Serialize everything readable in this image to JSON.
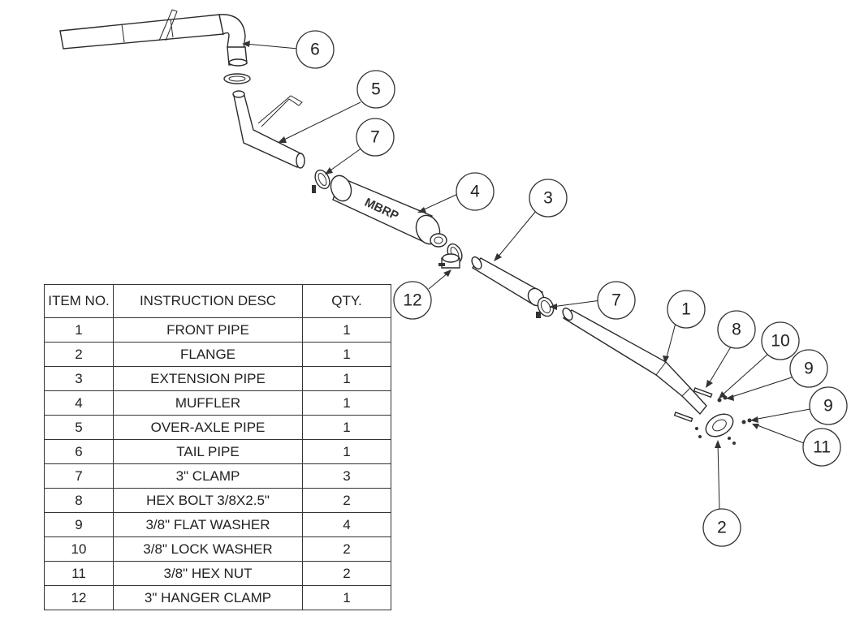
{
  "bom": {
    "headers": [
      "ITEM NO.",
      "INSTRUCTION DESC",
      "QTY."
    ],
    "rows": [
      {
        "item": "1",
        "desc": "FRONT PIPE",
        "qty": "1"
      },
      {
        "item": "2",
        "desc": "FLANGE",
        "qty": "1"
      },
      {
        "item": "3",
        "desc": "EXTENSION PIPE",
        "qty": "1"
      },
      {
        "item": "4",
        "desc": "MUFFLER",
        "qty": "1"
      },
      {
        "item": "5",
        "desc": "OVER-AXLE PIPE",
        "qty": "1"
      },
      {
        "item": "6",
        "desc": "TAIL PIPE",
        "qty": "1"
      },
      {
        "item": "7",
        "desc": "3\" CLAMP",
        "qty": "3"
      },
      {
        "item": "8",
        "desc": "HEX BOLT 3/8X2.5\"",
        "qty": "2"
      },
      {
        "item": "9",
        "desc": "3/8\" FLAT WASHER",
        "qty": "4"
      },
      {
        "item": "10",
        "desc": "3/8\" LOCK WASHER",
        "qty": "2"
      },
      {
        "item": "11",
        "desc": "3/8\" HEX NUT",
        "qty": "2"
      },
      {
        "item": "12",
        "desc": "3\" HANGER CLAMP",
        "qty": "1"
      }
    ]
  },
  "callouts": [
    "6",
    "5",
    "7",
    "4",
    "3",
    "12",
    "7",
    "1",
    "8",
    "10",
    "9",
    "9",
    "11",
    "2"
  ],
  "muffler_logo": "MBRP"
}
